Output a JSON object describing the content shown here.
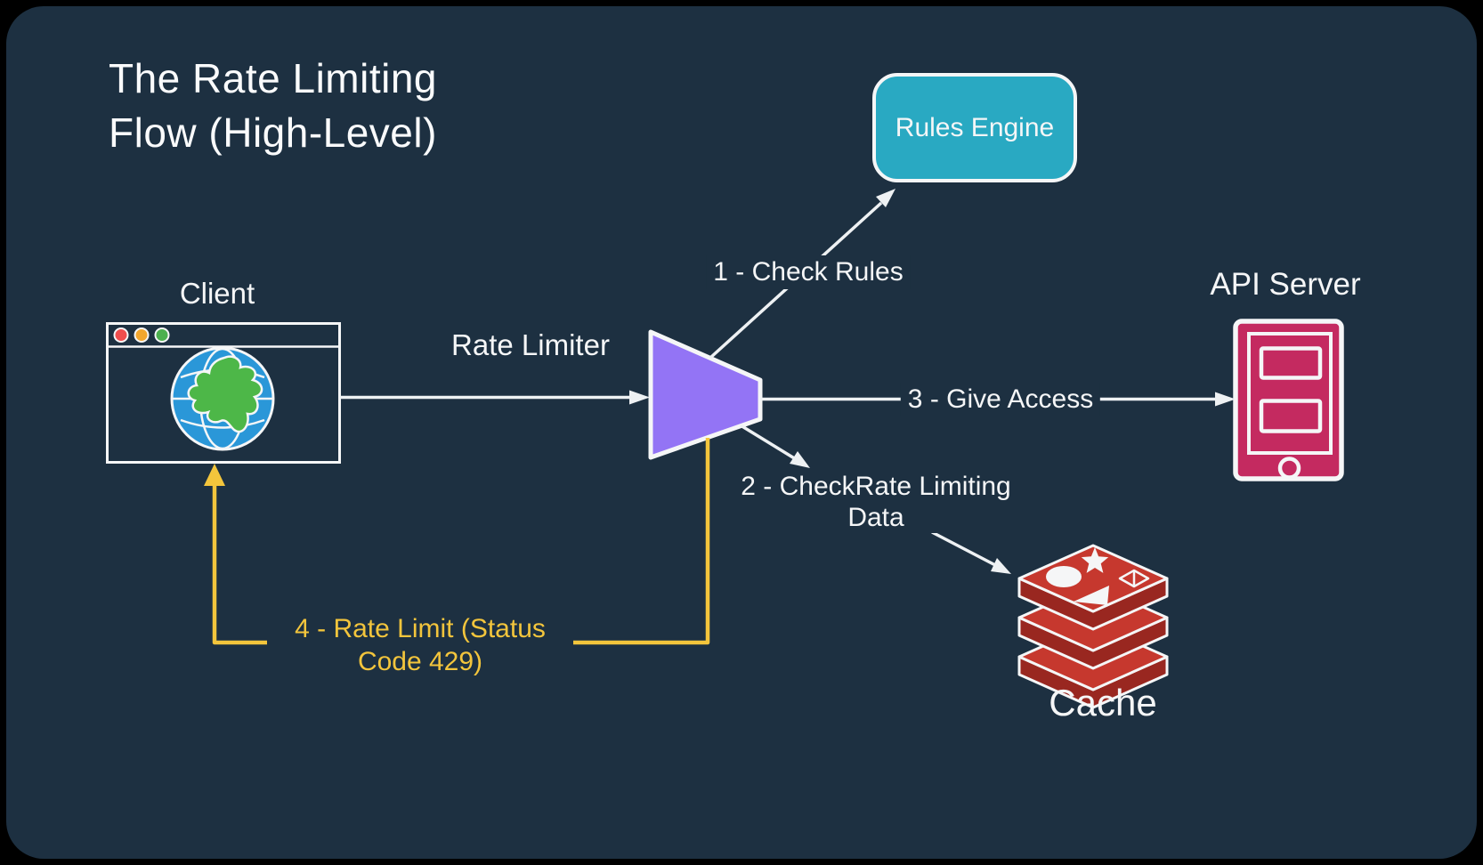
{
  "title": "The Rate Limiting Flow (High-Level)",
  "nodes": {
    "client": {
      "label": "Client",
      "icon": "browser-globe-icon"
    },
    "rate_limiter": {
      "label": "Rate Limiter",
      "icon": "funnel-icon"
    },
    "rules_engine": {
      "label": "Rules Engine"
    },
    "api_server": {
      "label": "API Server",
      "icon": "mobile-server-icon"
    },
    "cache": {
      "label": "Cache",
      "icon": "redis-stack-icon"
    }
  },
  "flows": {
    "check_rules": {
      "label": "1 - Check Rules",
      "from": "Rate Limiter",
      "to": "Rules Engine"
    },
    "check_rate_data": {
      "label": "2 - CheckRate Limiting Data",
      "from": "Rate Limiter",
      "to": "Cache"
    },
    "give_access": {
      "label": "3 - Give Access",
      "from": "Rate Limiter",
      "to": "API Server"
    },
    "rate_limit": {
      "label": "4 - Rate Limit (Status Code 429)",
      "from": "Rate Limiter",
      "to": "Client"
    }
  },
  "colors": {
    "panel": "#1d3041",
    "outer": "#000000",
    "white": "#f5f6f7",
    "teal": "#29a9c2",
    "purple": "#9374f5",
    "pink": "#c42a60",
    "redis_red": "#c6382e",
    "redis_red_dark": "#992720",
    "yellow": "#f3c53c",
    "globe_blue": "#2a97d8",
    "globe_green": "#4db748",
    "dot_red": "#ef4d4d",
    "dot_orange": "#f2a72e",
    "dot_green": "#4cb04f"
  }
}
